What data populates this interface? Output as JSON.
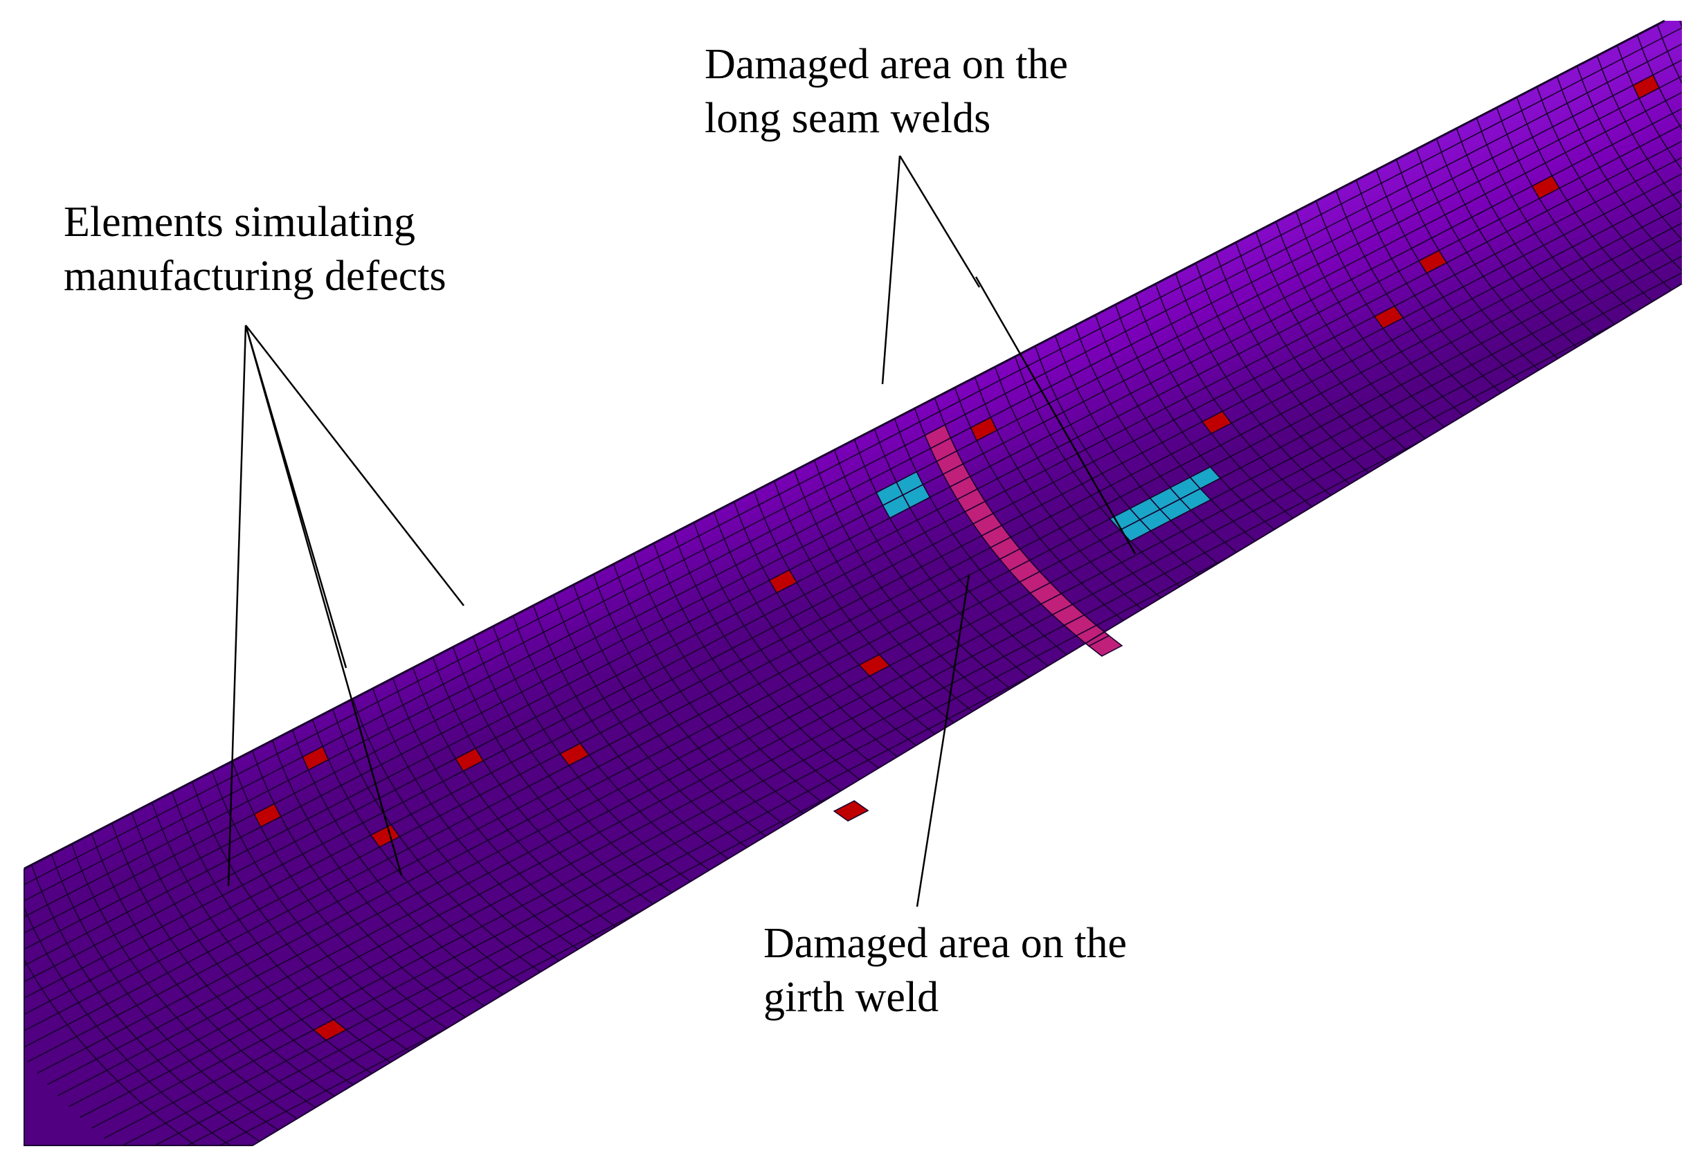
{
  "labels": {
    "defects": {
      "line1": "Elements simulating",
      "line2": "manufacturing defects"
    },
    "long_seam": {
      "line1": "Damaged area on the",
      "line2": "long seam welds"
    },
    "girth": {
      "line1": "Damaged area on the",
      "line2": "girth weld"
    }
  },
  "colors": {
    "pipe_surface": "#7a00b8",
    "mesh_line": "#1a0030",
    "defect_element": "#c00000",
    "long_seam_damage": "#1aa6c8",
    "girth_weld_damage": "#c0207a",
    "leader_line": "#000000"
  }
}
